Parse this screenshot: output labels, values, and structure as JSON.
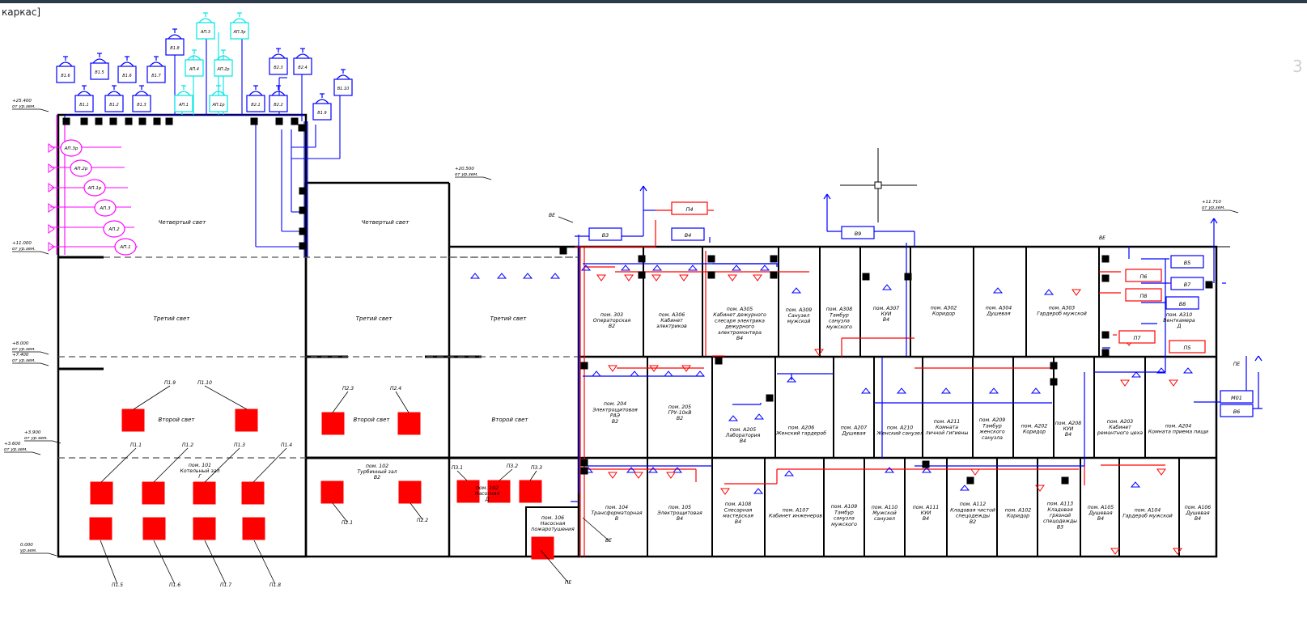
{
  "view_label": "каркас]",
  "corner_badge": "3",
  "colors": {
    "supply": "#ff0000",
    "exhaust": "#0000ff",
    "roof_cyan": "#00e5e5",
    "magenta": "#ff00ff",
    "wall": "#000000"
  },
  "levels": [
    {
      "id": "lv1",
      "value": "+25.400",
      "sub": "от ур.зем."
    },
    {
      "id": "lv2",
      "value": "+20.500",
      "sub": "от ур.зем."
    },
    {
      "id": "lv3",
      "value": "+11.000",
      "sub": "от ур.зем."
    },
    {
      "id": "lv4",
      "value": "+11.710",
      "sub": "от ур.зем."
    },
    {
      "id": "lv5",
      "value": "+8.000",
      "sub": "от ур.зем."
    },
    {
      "id": "lv6",
      "value": "+7.400",
      "sub": "от ур.зем."
    },
    {
      "id": "lv7",
      "value": "+3.900",
      "sub": "от ур.зем."
    },
    {
      "id": "lv8",
      "value": "+3.600",
      "sub": "от ур.зем."
    },
    {
      "id": "lv9",
      "value": "0.000",
      "sub": "ур.зем."
    }
  ],
  "zones": {
    "z4a": "Четвертый свет",
    "z4b": "Четвертый свет",
    "z3a": "Третий свет",
    "z3b": "Третий свет",
    "z3c": "Третий свет",
    "z2a": "Второй свет",
    "z2b": "Второй свет",
    "z2c": "Второй свет"
  },
  "rooms": {
    "r101": [
      "пом. 101",
      "Котельный зал",
      "Г"
    ],
    "r102": [
      "пом. 102",
      "Турбинный зал",
      "В2"
    ],
    "r102n": [
      "пом. 102",
      "Насосная",
      "Д"
    ],
    "r106": [
      "пом. 106",
      "Насосная",
      "пожаротушения"
    ],
    "r303": [
      "пом. 303",
      "Операторская",
      "В2"
    ],
    "rA306": [
      "пом. А306",
      "Кабинет",
      "электриков"
    ],
    "rA305": [
      "пом. А305",
      "Кабинет дежурного",
      "слесаря электрика",
      "дежурного",
      "электромонтера",
      "В4"
    ],
    "rA309": [
      "пом. А309",
      "Санузел",
      "мужской"
    ],
    "rA308": [
      "пом. А308",
      "Тамбур",
      "санузла",
      "мужского"
    ],
    "rA307": [
      "пом. А307",
      "КУИ",
      "В4"
    ],
    "rA302": [
      "пом. А302",
      "Коридор"
    ],
    "rA304": [
      "пом. А304",
      "Душевая"
    ],
    "rA303": [
      "пом. А303",
      "Гардероб мужской"
    ],
    "rA310": [
      "пом. А310",
      "Венткамера",
      "Д"
    ],
    "r204": [
      "пом. 204",
      "Электрощитовая",
      "РАЭ",
      "В2"
    ],
    "r205": [
      "пом. 205",
      "ГРУ-10кВ",
      "В2"
    ],
    "rA205": [
      "пом. А205",
      "Лаборатория",
      "В4"
    ],
    "rA206": [
      "пом. А206",
      "Женский гардероб"
    ],
    "rA207": [
      "пом. А207",
      "Душевая"
    ],
    "rA210": [
      "пом. А210",
      "Женский санузел"
    ],
    "rA211": [
      "пом. А211",
      "Комната",
      "личной гигиены"
    ],
    "rA209": [
      "пом. А209",
      "Тамбур",
      "женского",
      "санузла"
    ],
    "rA202": [
      "пом. А202",
      "Коридор"
    ],
    "rA208": [
      "пом. А208",
      "КУИ",
      "В4"
    ],
    "rA203": [
      "пом. А203",
      "Кабинет",
      "ремонтного цеха"
    ],
    "rA204": [
      "пом. А204",
      "Комната приема пищи"
    ],
    "r104": [
      "пом. 104",
      "Трансформаторная",
      "В"
    ],
    "r105": [
      "пом. 105",
      "Электрощитовая",
      "В4"
    ],
    "rA108": [
      "пом. А108",
      "Слесарная",
      "мастерская",
      "В4"
    ],
    "rA107": [
      "пом. А107",
      "Кабинет инженеров"
    ],
    "rA109": [
      "пом. А109",
      "Тамбур",
      "санузла",
      "мужского"
    ],
    "rA110": [
      "пом. А110",
      "Мужской",
      "санузел"
    ],
    "rA111": [
      "пом. А111",
      "КУИ",
      "В4"
    ],
    "rA112": [
      "пом. А112",
      "Кладовая чистой",
      "спецодежды",
      "В2"
    ],
    "rA102": [
      "пом. А102",
      "Коридор"
    ],
    "rA113": [
      "пом. А113",
      "Кладовая",
      "грязной",
      "спецодежды",
      "В3"
    ],
    "rA105": [
      "пом. А105",
      "Душевая",
      "В4"
    ],
    "rA104": [
      "пом. А104",
      "Гардероб мужской"
    ],
    "rA106": [
      "пом. А106",
      "Душевая",
      "В4"
    ]
  },
  "units": {
    "red": [
      "П4",
      "П6",
      "П8",
      "П7",
      "П5"
    ],
    "blue": [
      "В3",
      "В4",
      "В9",
      "В5",
      "В7",
      "В8",
      "М01",
      "В6"
    ]
  },
  "roof_fans": {
    "blue_left": [
      "В1.6",
      "В1.5",
      "В1.6",
      "В1.7",
      "В1.8"
    ],
    "blue_left_low": [
      "В1.1",
      "В1.2",
      "В1.3"
    ],
    "cyan_top": [
      "АП.3",
      "АП.3р"
    ],
    "cyan_mid": [
      "АП.4",
      "АП.2р"
    ],
    "cyan_low": [
      "АП.1",
      "АП.1р"
    ],
    "blue_right_top": [
      "В2.3",
      "В2.4"
    ],
    "blue_right_low": [
      "В2.1",
      "В2.2"
    ],
    "blue_far": [
      "В1.10",
      "В1.9"
    ]
  },
  "magenta_units": [
    "АП.3р",
    "АП.2р",
    "АП.1р",
    "АП.3",
    "АП.2",
    "АП.1"
  ],
  "equipment_callouts": [
    "П1.9",
    "П1.10",
    "П1.1",
    "П1.2",
    "П1.3",
    "П1.4",
    "П1.5",
    "П1.6",
    "П1.7",
    "П1.8",
    "П2.3",
    "П2.4",
    "П2.1",
    "П2.2",
    "П3.1",
    "П3.2",
    "П3.3"
  ],
  "markers": {
    "ve1": "ВЕ",
    "ve2": "ВЕ",
    "ve3": "ВЕ",
    "le1": "ПЕ",
    "le2": "ПЕ"
  }
}
